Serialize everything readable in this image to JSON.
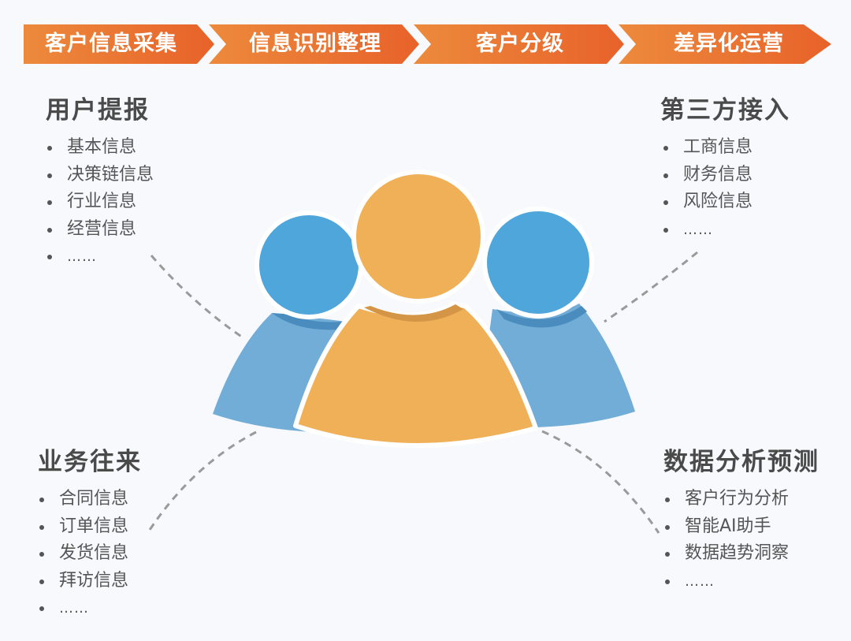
{
  "process_flow": {
    "steps": [
      {
        "label": "客户信息采集"
      },
      {
        "label": "信息识别整理"
      },
      {
        "label": "客户分级"
      },
      {
        "label": "差异化运营"
      }
    ],
    "colors": {
      "start": "#ec8a3c",
      "end": "#e8622a"
    }
  },
  "figure": {
    "icon": "user-group-icon",
    "colors": {
      "center_person": "#f0b057",
      "center_shadow": "#d49546",
      "side_head": "#4fa6da",
      "side_body": "#71add7",
      "side_shadow": "#4a8cbd",
      "outline": "#ffffff"
    }
  },
  "blocks": {
    "user_report": {
      "title": "用户提报",
      "items": [
        "基本信息",
        "决策链信息",
        "行业信息",
        "经营信息",
        "……"
      ]
    },
    "third_party": {
      "title": "第三方接入",
      "items": [
        "工商信息",
        "财务信息",
        "风险信息",
        "……"
      ]
    },
    "business": {
      "title": "业务往来",
      "items": [
        "合同信息",
        "订单信息",
        "发货信息",
        "拜访信息",
        "……"
      ]
    },
    "analytics": {
      "title": "数据分析预测",
      "items": [
        "客户行为分析",
        "智能AI助手",
        "数据趋势洞察",
        "……"
      ]
    }
  },
  "connectors": {
    "style": "dashed",
    "color": "#9a9a9a"
  }
}
